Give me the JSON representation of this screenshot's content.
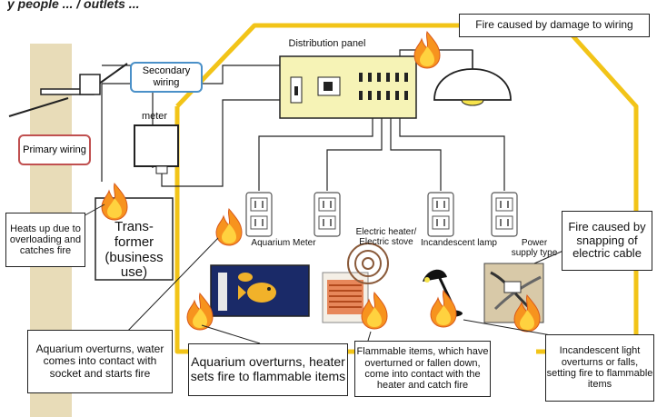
{
  "title_partial": "y people ... / outlets ...",
  "labels": {
    "distribution_panel": "Distribution panel",
    "secondary_wiring": "Secondary wiring",
    "primary_wiring": "Primary wiring",
    "meter": "meter",
    "transformer": "Trans-former (business use)",
    "aquarium_meter": "Aquarium Meter",
    "electric_heater": "Electric heater/ Electric stove",
    "incandescent_lamp": "Incandescent lamp",
    "power_supply_type": "Power supply type"
  },
  "callouts": {
    "fire_wiring": "Fire caused by damage to wiring",
    "heats_up": "Heats up due to overloading and catches fire",
    "fire_snapping": "Fire caused by snapping of electric cable",
    "aquarium_water": "Aquarium overturns, water comes into contact with socket and starts fire",
    "aquarium_heater": "Aquarium overturns, heater sets fire to flammable items",
    "flammable_items": "Flammable items, which have overturned or fallen down, come into contact with the heater and catch fire",
    "incandescent_light": "Incandescent light overturns or falls, setting fire to flammable items"
  },
  "colors": {
    "house_outline": "#f2c418",
    "panel_fill": "#f6f3b6",
    "pole": "#e8dcb8",
    "flame_outer": "#f7931e",
    "flame_inner": "#ffd23f",
    "secondary_border": "#4a90c8",
    "primary_border": "#c05050"
  }
}
